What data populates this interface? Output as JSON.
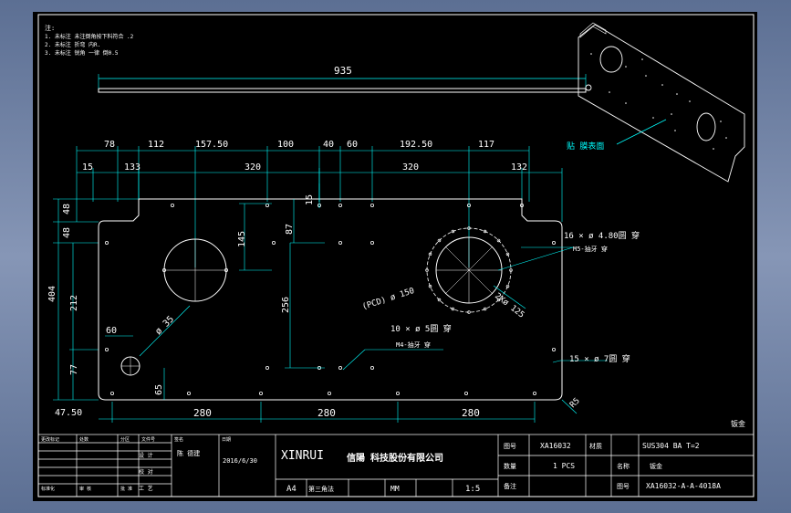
{
  "colors": {
    "sheet": "#000000",
    "outline": "#ffffff",
    "dim": "#00ffff",
    "leader": "#00ffff",
    "border": "#ffffff",
    "frame": "#6b7fa3"
  },
  "notes": {
    "title": "注:",
    "lines": [
      "1. 未标注 未注倒角按下料符合 .2",
      "2. 未标注 折弯 内R.",
      "3. 未标注 锐角 一律 倒0.5"
    ]
  },
  "dims": {
    "overall_width": "935",
    "top_row1": [
      "78",
      "112",
      "157.50",
      "100",
      "40",
      "60",
      "192.50",
      "117"
    ],
    "top_row2": [
      "15",
      "133",
      "320",
      "320",
      "132"
    ],
    "left": [
      "48",
      "48",
      "404",
      "212",
      "77",
      "47.50"
    ],
    "bottom": [
      "280",
      "280",
      "280"
    ],
    "misc": {
      "d145": "145",
      "d87": "87",
      "d15": "15",
      "d256": "256",
      "d60": "60",
      "d65": "65",
      "phi35": "ø 35",
      "pcd": "(PCD) ø 150",
      "two_phi": "2Xø 125",
      "r5": "R5"
    }
  },
  "callouts": {
    "holes16": "16 × ø 4.80圆 穿",
    "m5": "M5-抽牙 穿",
    "holes10": "10 × ø 5圆 穿",
    "m4": "M4-抽牙 穿",
    "holes15": "15 × ø 7圆 穿",
    "view_label": "贴 膜表面"
  },
  "corner_mark": "钣金",
  "title_block": {
    "left_rows": [
      [
        "更改标记",
        "处数",
        "分区",
        "文件号",
        "签名",
        "日期"
      ],
      [
        "设 计",
        "",
        "标准化",
        "",
        "",
        ""
      ],
      [
        "校 对",
        "",
        "审 核",
        "",
        "",
        ""
      ],
      [
        "工 艺",
        "",
        "批 准",
        "",
        "",
        ""
      ]
    ],
    "designer": "陈 德建",
    "date": "2016/6/30",
    "company_en": "XINRUI",
    "company_cn": "信陽 科技股份有限公司",
    "size": "A4",
    "sheet": "第三角法",
    "unit": "MM",
    "scale": "1:5",
    "labels": {
      "code": "图号",
      "name": "名称",
      "material": "材质",
      "qty": "数量",
      "note": "备注",
      "draw_no": "图号"
    },
    "part_code": "XA16032",
    "part_name": "钣金",
    "material_value": "SUS304 BA T=2",
    "qty_value": "1 PCS",
    "drawing_number": "XA16032-A-A-4018A"
  }
}
